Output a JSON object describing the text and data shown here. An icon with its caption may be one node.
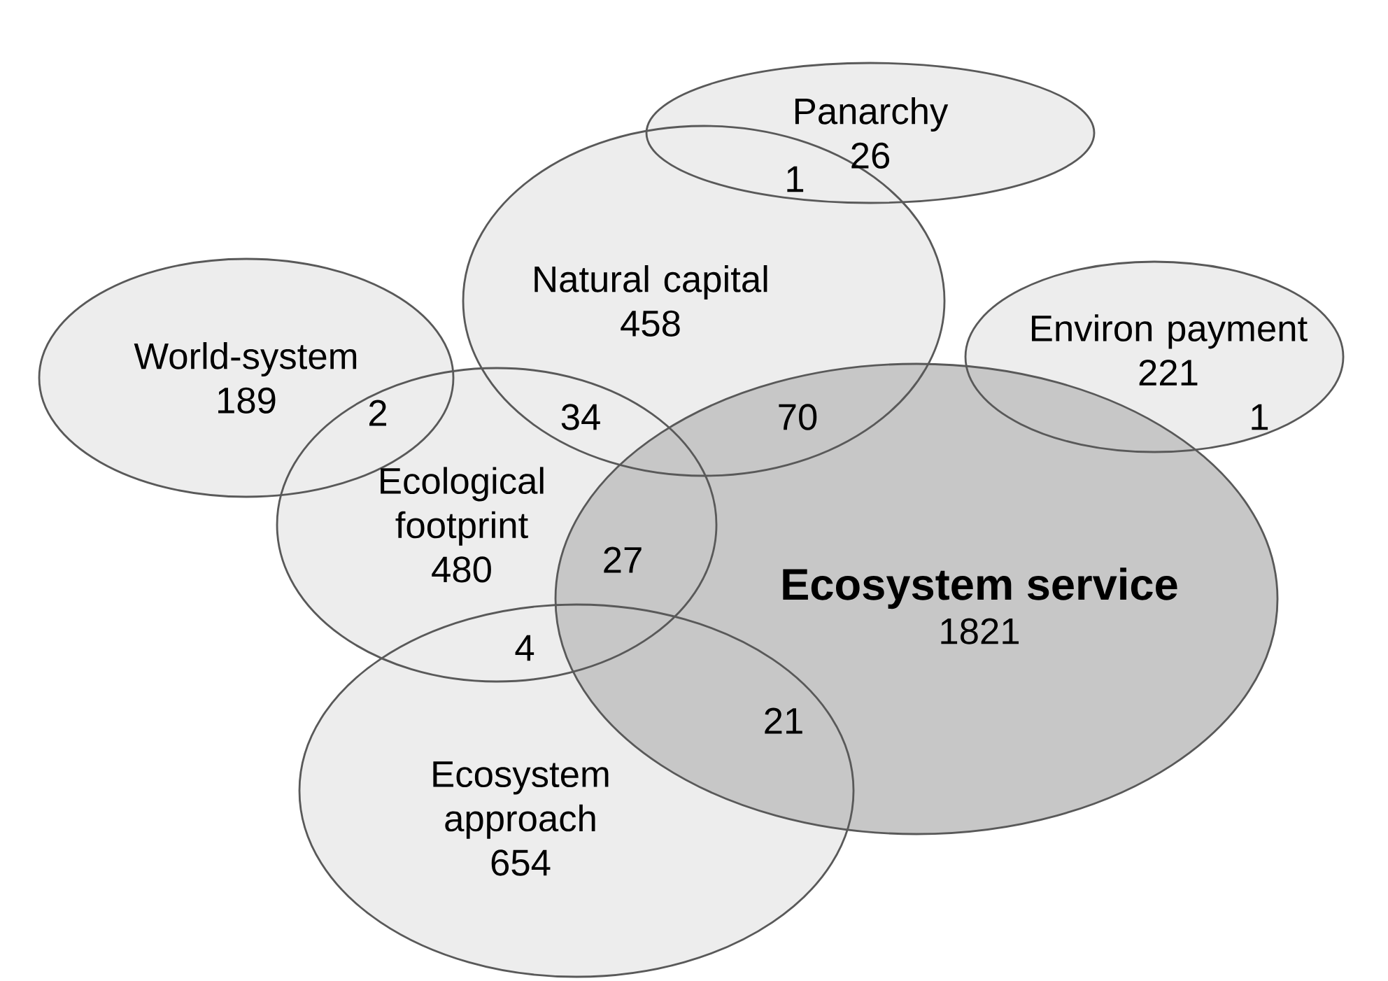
{
  "diagram": {
    "nodes": [
      {
        "text": [
          "Panarchy",
          "26"
        ]
      },
      {
        "text": [
          "Natural capital",
          "458"
        ]
      },
      {
        "text": [
          "World-system",
          "189"
        ]
      },
      {
        "text": [
          "Environ payment",
          "221"
        ]
      },
      {
        "text": [
          "Ecological footprint",
          "480"
        ]
      },
      {
        "text": [
          "Ecosystem service",
          "1821"
        ]
      },
      {
        "text": [
          "Ecosystem approach",
          "654"
        ]
      }
    ],
    "labels": [
      "1",
      "2",
      "34",
      "70",
      "1",
      "27",
      "4",
      "21"
    ]
  }
}
